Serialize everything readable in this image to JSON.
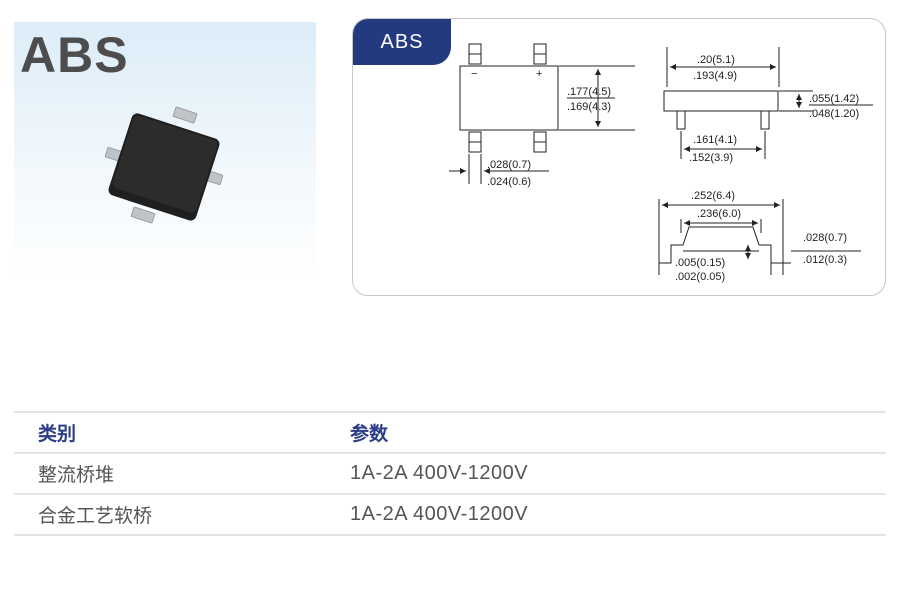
{
  "hero": {
    "title": "ABS"
  },
  "diagram": {
    "tag": "ABS",
    "polarity": {
      "minus": "−",
      "plus": "+"
    },
    "dims": {
      "height_max": ".177(4.5)",
      "height_min": ".169(4.3)",
      "lead_max": ".028(0.7)",
      "lead_min": ".024(0.6)",
      "width_max": ".20(5.1)",
      "width_min": ".193(4.9)",
      "thick_max": ".055(1.42)",
      "thick_min": ".048(1.20)",
      "pitch_max": ".161(4.1)",
      "pitch_min": ".152(3.9)",
      "span_max": ".252(6.4)",
      "span_min": ".236(6.0)",
      "standoff_max": ".005(0.15)",
      "standoff_min": ".002(0.05)",
      "foot_max": ".028(0.7)",
      "foot_min": ".012(0.3)"
    }
  },
  "table": {
    "headers": [
      "类别",
      "参数"
    ],
    "rows": [
      [
        "整流桥堆",
        "1A-2A 400V-1200V"
      ],
      [
        "合金工艺软桥",
        "1A-2A 400V-1200V"
      ]
    ]
  }
}
